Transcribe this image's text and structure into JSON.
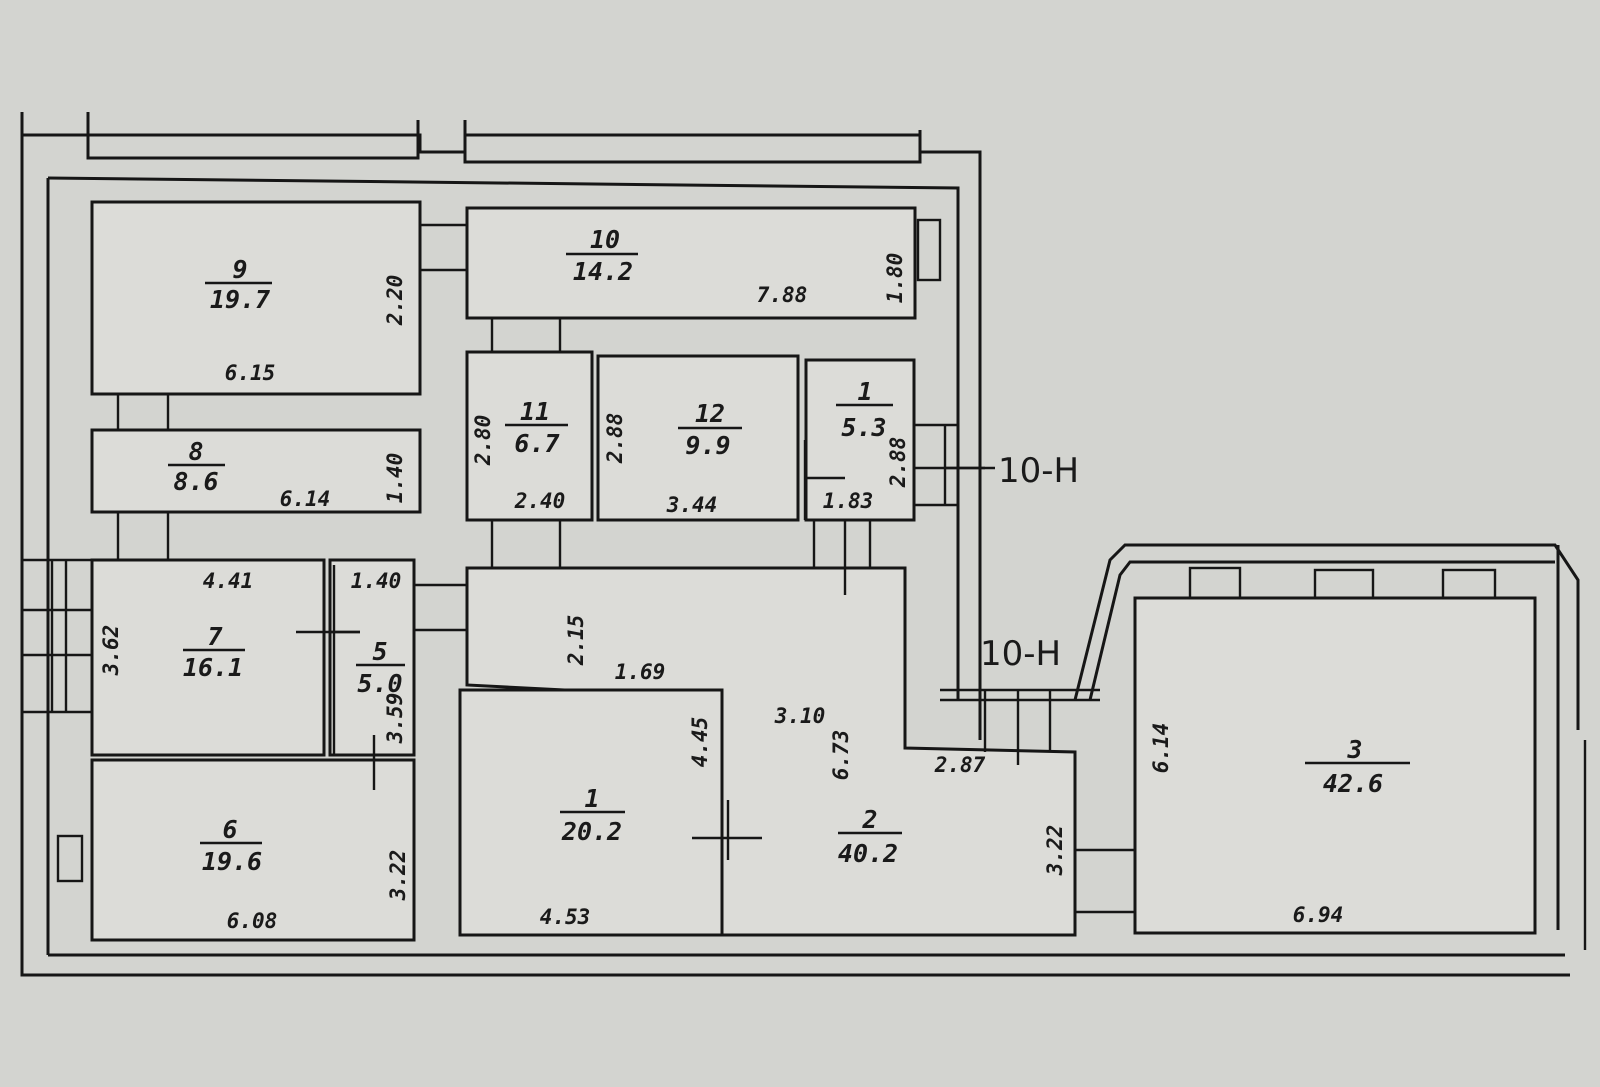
{
  "rooms": [
    {
      "id": "room-9",
      "number": "9",
      "area": "19.7",
      "dims": [
        "6.15",
        "2.20"
      ]
    },
    {
      "id": "room-10",
      "number": "10",
      "area": "14.2",
      "dims": [
        "7.88",
        "1.80"
      ]
    },
    {
      "id": "room-8",
      "number": "8",
      "area": "8.6",
      "dims": [
        "6.14",
        "1.40"
      ]
    },
    {
      "id": "room-11",
      "number": "11",
      "area": "6.7",
      "dims": [
        "2.80",
        "2.40"
      ]
    },
    {
      "id": "room-12",
      "number": "12",
      "area": "9.9",
      "dims": [
        "2.88",
        "3.44"
      ]
    },
    {
      "id": "room-1a",
      "number": "1",
      "area": "5.3",
      "dims": [
        "2.88",
        "1.83"
      ]
    },
    {
      "id": "room-7",
      "number": "7",
      "area": "16.1",
      "dims": [
        "4.41",
        "3.62"
      ]
    },
    {
      "id": "room-5",
      "number": "5",
      "area": "5.0",
      "dims": [
        "1.40",
        "3.59"
      ]
    },
    {
      "id": "room-6",
      "number": "6",
      "area": "19.6",
      "dims": [
        "6.08",
        "3.22"
      ]
    },
    {
      "id": "room-1b",
      "number": "1",
      "area": "20.2",
      "dims": [
        "4.53",
        "4.45"
      ]
    },
    {
      "id": "room-2",
      "number": "2",
      "area": "40.2",
      "dims": [
        "2.15",
        "1.69",
        "3.10",
        "6.73",
        "2.87",
        "3.22"
      ]
    },
    {
      "id": "room-3",
      "number": "3",
      "area": "42.6",
      "dims": [
        "6.14",
        "6.94"
      ]
    }
  ],
  "wall_marks": [
    "10-Н",
    "10-Н"
  ],
  "colors": {
    "paper": "#d3d4d0",
    "ink": "#161616"
  }
}
